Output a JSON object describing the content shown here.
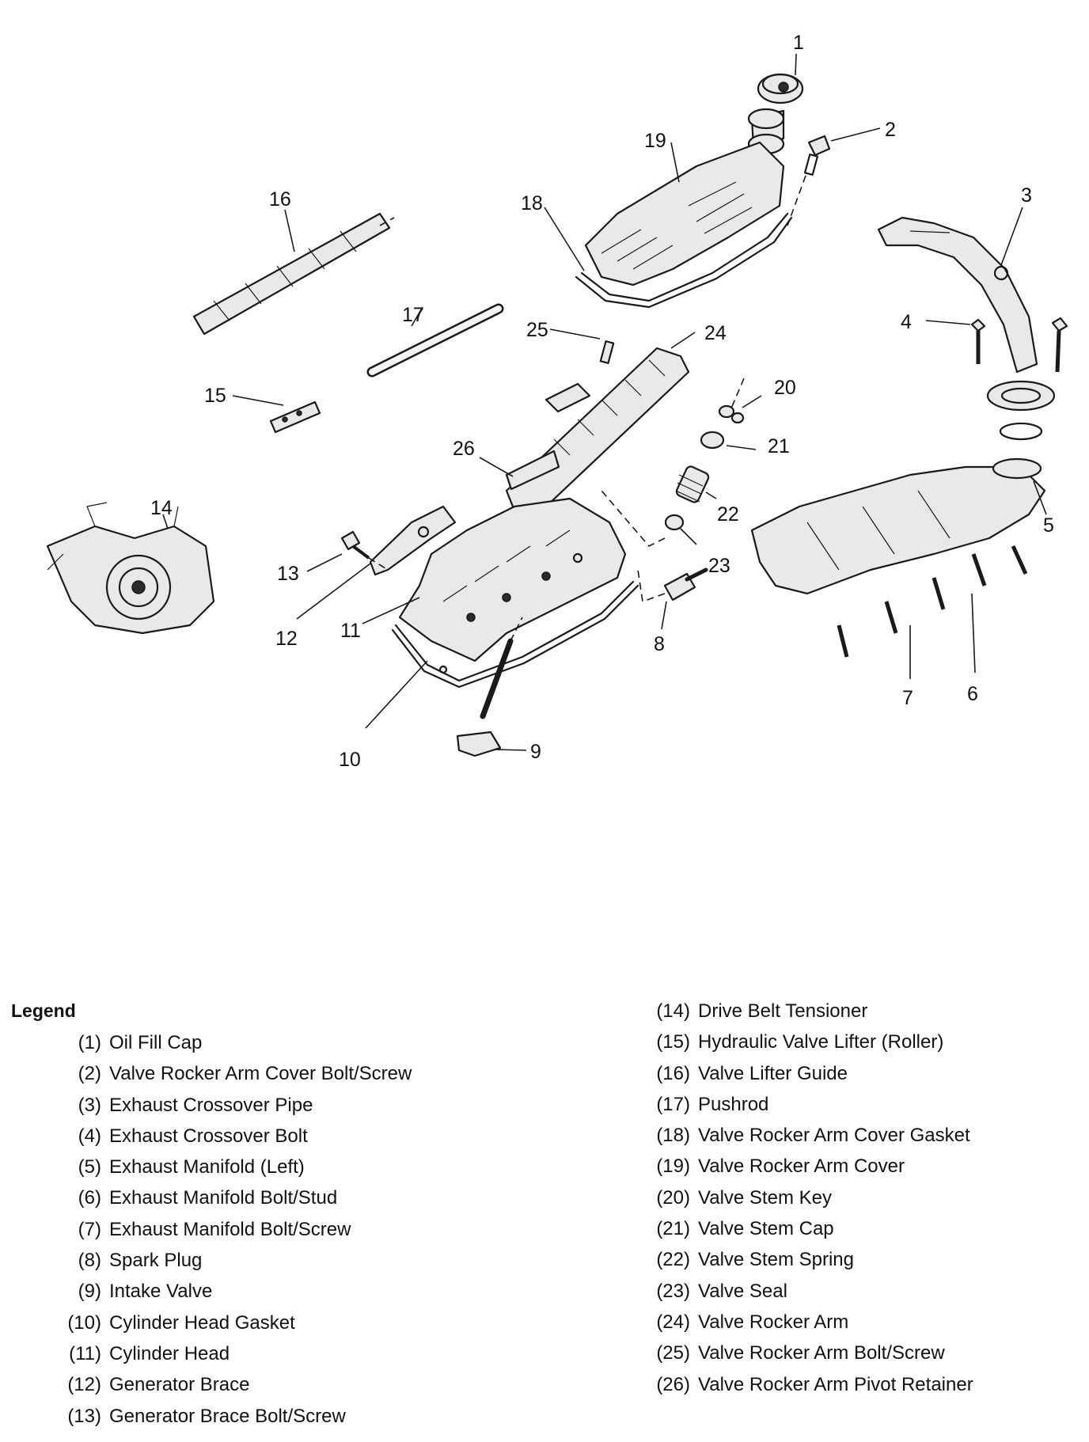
{
  "diagram": {
    "callouts": [
      "1",
      "2",
      "3",
      "4",
      "5",
      "6",
      "7",
      "8",
      "9",
      "10",
      "11",
      "12",
      "13",
      "14",
      "15",
      "16",
      "17",
      "18",
      "19",
      "20",
      "21",
      "22",
      "23",
      "24",
      "25",
      "26"
    ]
  },
  "legend": {
    "title": "Legend",
    "items": [
      {
        "num": "(1)",
        "label": "Oil Fill Cap"
      },
      {
        "num": "(2)",
        "label": "Valve Rocker Arm Cover Bolt/Screw"
      },
      {
        "num": "(3)",
        "label": "Exhaust Crossover Pipe"
      },
      {
        "num": "(4)",
        "label": "Exhaust Crossover Bolt"
      },
      {
        "num": "(5)",
        "label": "Exhaust Manifold (Left)"
      },
      {
        "num": "(6)",
        "label": "Exhaust Manifold Bolt/Stud"
      },
      {
        "num": "(7)",
        "label": "Exhaust Manifold Bolt/Screw"
      },
      {
        "num": "(8)",
        "label": "Spark Plug"
      },
      {
        "num": "(9)",
        "label": "Intake Valve"
      },
      {
        "num": "(10)",
        "label": "Cylinder Head Gasket"
      },
      {
        "num": "(11)",
        "label": "Cylinder Head"
      },
      {
        "num": "(12)",
        "label": "Generator Brace"
      },
      {
        "num": "(13)",
        "label": "Generator Brace Bolt/Screw"
      },
      {
        "num": "(14)",
        "label": "Drive Belt Tensioner"
      },
      {
        "num": "(15)",
        "label": "Hydraulic Valve Lifter (Roller)"
      },
      {
        "num": "(16)",
        "label": "Valve Lifter Guide"
      },
      {
        "num": "(17)",
        "label": "Pushrod"
      },
      {
        "num": "(18)",
        "label": "Valve Rocker Arm Cover Gasket"
      },
      {
        "num": "(19)",
        "label": "Valve Rocker Arm Cover"
      },
      {
        "num": "(20)",
        "label": "Valve Stem Key"
      },
      {
        "num": "(21)",
        "label": "Valve Stem Cap"
      },
      {
        "num": "(22)",
        "label": "Valve Stem Spring"
      },
      {
        "num": "(23)",
        "label": "Valve Seal"
      },
      {
        "num": "(24)",
        "label": "Valve Rocker Arm"
      },
      {
        "num": "(25)",
        "label": "Valve Rocker Arm Bolt/Screw"
      },
      {
        "num": "(26)",
        "label": "Valve Rocker Arm Pivot Retainer"
      }
    ]
  }
}
